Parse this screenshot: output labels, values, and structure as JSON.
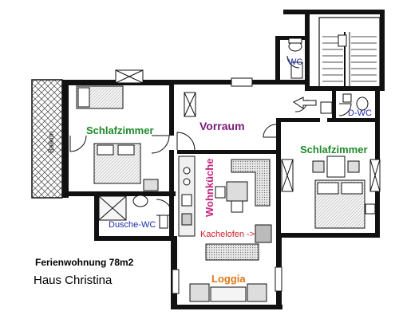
{
  "labels": {
    "balkon": "Balkon",
    "schlafzimmer_left": "Schlafzimmer",
    "vorraum": "Vorraum",
    "wc_top": "WC",
    "dwc": "D-WC",
    "schlafzimmer_right": "Schlafzimmer",
    "wohnkueche": "Wohnküche",
    "dusche_wc": "Dusche-WC",
    "kachelofen": "Kachelofen ->",
    "loggia": "Loggia"
  },
  "caption": {
    "size": "Ferienwohnung 78m2",
    "name": "Haus Christina"
  },
  "colors": {
    "wall": "#111111",
    "room_green": "#1e8a2a",
    "room_purple": "#7a1a7a",
    "room_magenta": "#c4267e",
    "room_blue": "#1a2eae",
    "room_red": "#d0202a",
    "room_orange": "#e07818"
  }
}
